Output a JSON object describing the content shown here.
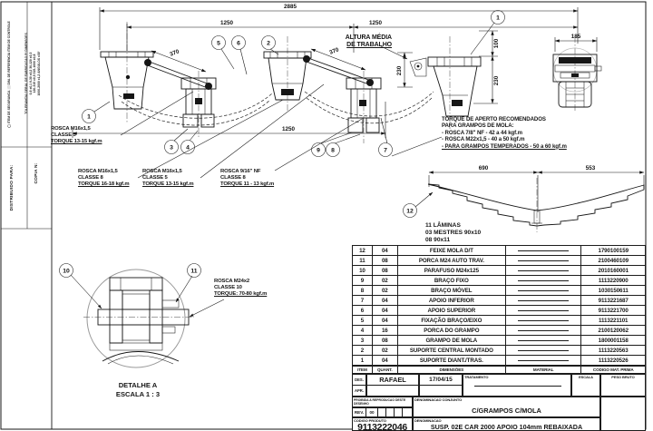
{
  "dims": {
    "t2885": "2885",
    "l1250": "1250",
    "r1250": "1250",
    "b1250": "1250",
    "a370": "370",
    "b370": "370",
    "h230a": "230",
    "h100": "100",
    "h230b": "230",
    "w185": "185",
    "s690": "690",
    "s553": "553"
  },
  "balloons": {
    "n1a": "1",
    "n5": "5",
    "n6": "6",
    "n2": "2",
    "n3": "3",
    "n4": "4",
    "n9": "9",
    "n8": "8",
    "n7": "7",
    "n1b": "1",
    "n12": "12",
    "n10": "10",
    "n11": "11"
  },
  "altura": {
    "l1": "ALTURA MÉDIA",
    "l2": "DE TRABALHO"
  },
  "notes": {
    "n1": {
      "l1": "ROSCA M16x1,5",
      "l2": "CLASSE 5",
      "l3": "TORQUE 13-15 kgf.m"
    },
    "n2": {
      "l1": "ROSCA M16x1,5",
      "l2": "CLASSE 8",
      "l3": "TORQUE 16-18 kgf.m"
    },
    "n3": {
      "l1": "ROSCA M16x1,5",
      "l2": "CLASSE 5",
      "l3": "TORQUE 13-15 kgf.m"
    },
    "n4": {
      "l1": "ROSCA 9/16\" NF",
      "l2": "CLASSE 8",
      "l3": "TORQUE 11 - 13 kgf.m"
    },
    "n5": {
      "l1": "ROSCA M24x2",
      "l2": "CLASSE 10",
      "l3": "TORQUE: 70-80 kgf.m"
    }
  },
  "torque_block": {
    "l1": "TORQUE DE APERTO RECOMENDADOS",
    "l2": "PARA GRAMPOS DE MOLA:",
    "l3": "- ROSCA 7/8\" NF - 42 a 44 kgf.m",
    "l4": "- ROSCA M22x1,5 - 40 a 50 kgf.m",
    "l5": "- PARA GRAMPOS TEMPERADOS - 50 a 60 kgf.m"
  },
  "spring_note": {
    "l1": "11 LÂMINAS",
    "l2": "03 MESTRES 90x10",
    "l3": "08 90x11"
  },
  "detail": {
    "l1": "DETALHE A",
    "l2": "ESCALA 1 : 3"
  },
  "margin": {
    "distribuido": "DISTRIBUIDO PARA:",
    "copia": "COPIA N:",
    "tol1": "TOLERANCIA GERAL DE FABRICACAO P/ DIMENSOES",
    "tol2": "0-6 ±0,1   6-30 ±0,2   30-120 ±0,3",
    "tol3": "120-315 ±0,5   315-1000 ±0,8",
    "tol4": "1000-2000 ±1,2   ANGULOS ±30'",
    "sym": "◯ ITEM DE SEGURANCA   ⬜ DIM. DE REFERENCIA   ITEM DE CONTROLE"
  },
  "table": {
    "headers": {
      "item": "ITEM",
      "qty": "QUANT.",
      "dim": "DIMENSÕES",
      "mat": "MATERIAL",
      "code": "CODIGO MAT. PRIMA"
    },
    "rows": [
      {
        "item": "12",
        "qty": "04",
        "desc": "FEIXE MOLA D/T",
        "code": "1790100159"
      },
      {
        "item": "11",
        "qty": "08",
        "desc": "PORCA M24 AUTO TRAV.",
        "code": "2100460109"
      },
      {
        "item": "10",
        "qty": "08",
        "desc": "PARAFUSO M24x125",
        "code": "2010160001"
      },
      {
        "item": "9",
        "qty": "02",
        "desc": "BRAÇO FIXO",
        "code": "1113220900"
      },
      {
        "item": "8",
        "qty": "02",
        "desc": "BRAÇO MÓVEL",
        "code": "1030150611"
      },
      {
        "item": "7",
        "qty": "04",
        "desc": "APOIO INFERIOR",
        "code": "9113221687"
      },
      {
        "item": "6",
        "qty": "04",
        "desc": "APOIO SUPERIOR",
        "code": "9113221700"
      },
      {
        "item": "5",
        "qty": "04",
        "desc": "FIXAÇÃO BRAÇO/EIXO",
        "code": "1113221101"
      },
      {
        "item": "4",
        "qty": "16",
        "desc": "PORCA DO GRAMPO",
        "code": "2100120062"
      },
      {
        "item": "3",
        "qty": "08",
        "desc": "GRAMPO DE MOLA",
        "code": "1800001158"
      },
      {
        "item": "2",
        "qty": "02",
        "desc": "SUPORTE CENTRAL MONTADO",
        "code": "1113220563"
      },
      {
        "item": "1",
        "qty": "04",
        "desc": "SUPORTE DIANT./TRAS.",
        "code": "1113220526"
      }
    ]
  },
  "titleblock": {
    "des_label": "DES.",
    "apr_label": "APR.",
    "designer": "RAFAEL",
    "date": "17/04/15",
    "tratamento_label": "TRATAMENTO",
    "escala_label": "ESCALA",
    "peso_label": "PESO BRUTO",
    "proibida": "PROIBIDA A REPRODUCAO DESTE DESENHO",
    "denom_conj_label": "DENOMINACAO CONJUNTO",
    "denom_conj": "C/GRAMPOS C/MOLA",
    "rev_label": "REV.",
    "rev_value": "00",
    "cod_label": "CODIGO PRODUTO",
    "cod_value": "9113222046",
    "denom_label": "DENOMINACAO",
    "denom_value": "SUSP. 02E CAR 2000 APOIO 104mm REBAIXADA"
  },
  "colors": {
    "line": "#161616",
    "detail_circle": "#999999"
  }
}
